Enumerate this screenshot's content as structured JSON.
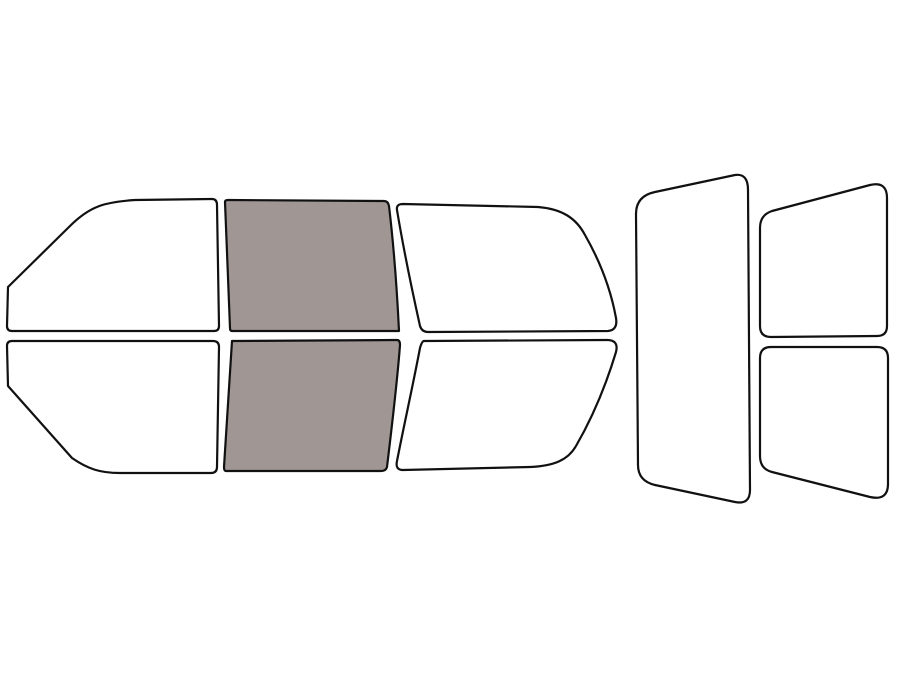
{
  "colors": {
    "background": "#ffffff",
    "outline": "#111111",
    "untinted": "#ffffff",
    "selected": "#a09795"
  },
  "windows": [
    {
      "id": "front-windshield-upper-left",
      "selected": false
    },
    {
      "id": "upper-second",
      "selected": true
    },
    {
      "id": "upper-third",
      "selected": false
    },
    {
      "id": "lower-left",
      "selected": false
    },
    {
      "id": "lower-second",
      "selected": true
    },
    {
      "id": "lower-third",
      "selected": false
    },
    {
      "id": "rear-tall",
      "selected": false
    },
    {
      "id": "rear-upper-right",
      "selected": false
    },
    {
      "id": "rear-lower-right",
      "selected": false
    }
  ]
}
